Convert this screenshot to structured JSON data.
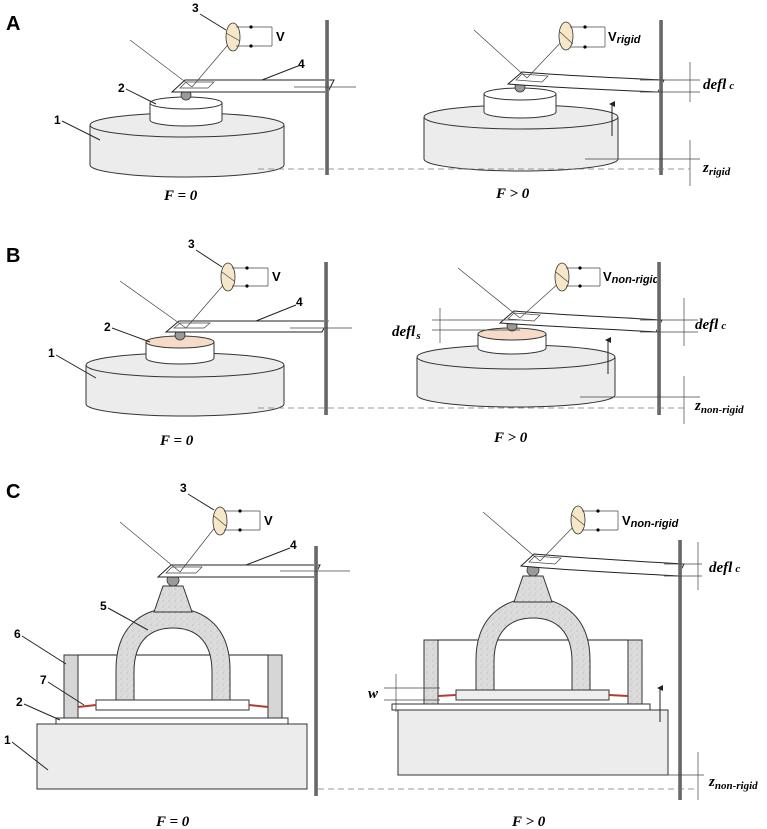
{
  "colors": {
    "base": "#ececec",
    "sample_top": "#f6dcc8",
    "sensor_fill": "#f6e7c9",
    "wire": "#b33a2e",
    "pole": "#6b6b6b"
  },
  "panels": {
    "A": {
      "letter": "A",
      "left_caption": "F = 0",
      "right_caption": "F > 0",
      "v_left": "V",
      "v_right": "V",
      "v_right_sub": "rigid",
      "defl_c": "defl",
      "defl_c_sub": "c",
      "z": "z",
      "z_sub": "rigid",
      "numbers": [
        "1",
        "2",
        "3",
        "4"
      ]
    },
    "B": {
      "letter": "B",
      "left_caption": "F = 0",
      "right_caption": "F > 0",
      "v_left": "V",
      "v_right": "V",
      "v_right_sub": "non-rigid",
      "defl_s": "defl",
      "defl_s_sub": "s",
      "defl_c": "defl",
      "defl_c_sub": "c",
      "z": "z",
      "z_sub": "non-rigid",
      "numbers": [
        "1",
        "2",
        "3",
        "4"
      ]
    },
    "C": {
      "letter": "C",
      "left_caption": "F = 0",
      "right_caption": "F > 0",
      "v_left": "V",
      "v_right": "V",
      "v_right_sub": "non-rigid",
      "w": "w",
      "defl_c": "defl",
      "defl_c_sub": "c",
      "z": "z",
      "z_sub": "non-rigid",
      "numbers": [
        "1",
        "2",
        "3",
        "4",
        "5",
        "6",
        "7"
      ]
    }
  }
}
